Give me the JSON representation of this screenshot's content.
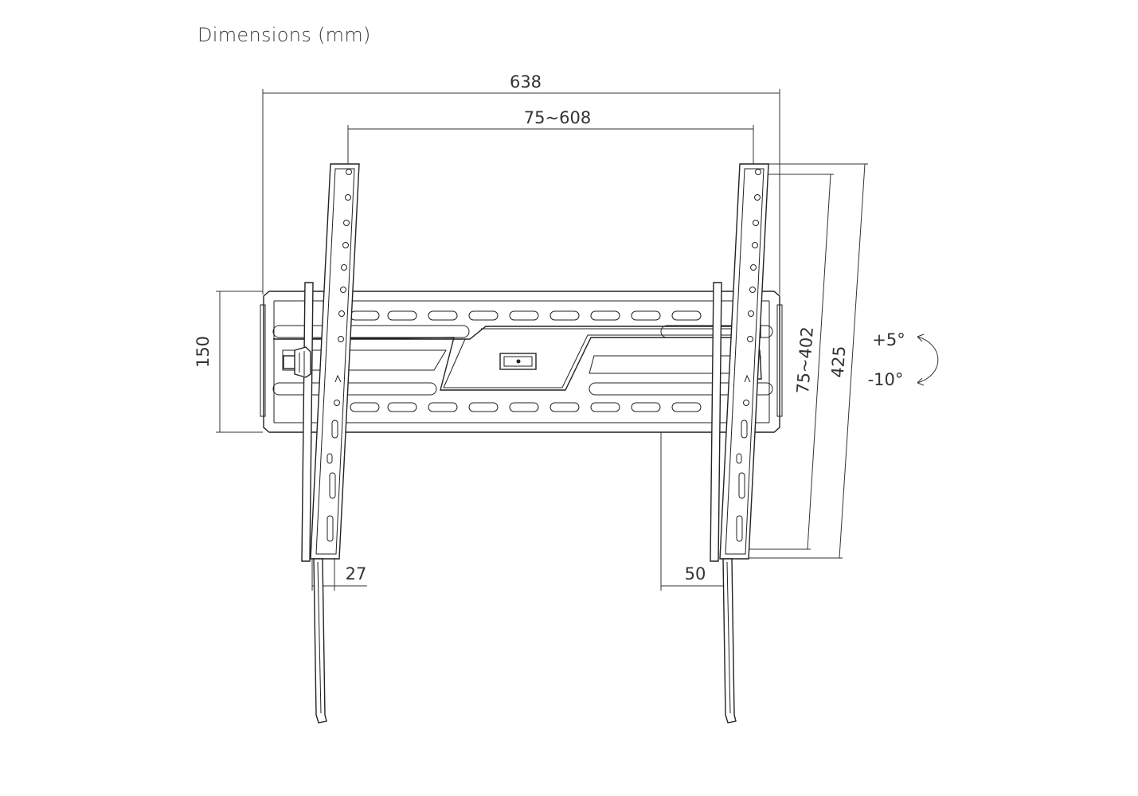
{
  "title": "Dimensions (mm)",
  "dimensions": {
    "overall_width": "638",
    "vesa_horizontal": "75~608",
    "wall_plate_height": "150",
    "vesa_vertical": "75~402",
    "arm_length": "425",
    "depth_min": "27",
    "depth_max": "50"
  },
  "tilt": {
    "up": "+5°",
    "down": "-10°"
  }
}
